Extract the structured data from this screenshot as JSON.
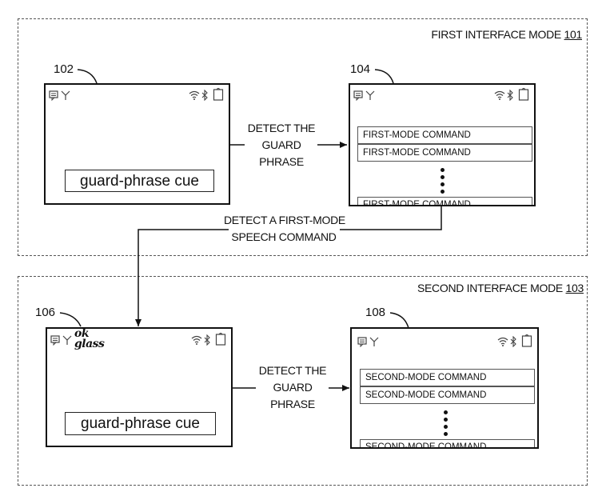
{
  "regions": {
    "first": {
      "title": "FIRST INTERFACE MODE",
      "ref": "101"
    },
    "second": {
      "title": "SECOND INTERFACE MODE",
      "ref": "103"
    }
  },
  "screens": {
    "s102": {
      "ref": "102",
      "cue": "guard-phrase cue",
      "icons_left": "🖵 ⚲",
      "icons_right": "wifi bluetooth battery"
    },
    "s104": {
      "ref": "104",
      "commands": [
        "FIRST-MODE COMMAND",
        "FIRST-MODE COMMAND",
        "FIRST-MODE COMMAND"
      ]
    },
    "s106": {
      "ref": "106",
      "cue": "guard-phrase cue",
      "hotword_line1": "ok",
      "hotword_line2": "glass"
    },
    "s108": {
      "ref": "108",
      "commands": [
        "SECOND-MODE COMMAND",
        "SECOND-MODE COMMAND",
        "SECOND-MODE COMMAND"
      ]
    }
  },
  "transitions": {
    "t1": {
      "line1": "DETECT THE",
      "line2": "GUARD",
      "line3": "PHRASE"
    },
    "t2": {
      "line1": "DETECT A FIRST-MODE",
      "line2": "SPEECH COMMAND"
    },
    "t3": {
      "line1": "DETECT THE",
      "line2": "GUARD",
      "line3": "PHRASE"
    }
  },
  "icons": {
    "left": [
      "chat-bubble-icon",
      "signal-antenna-icon"
    ],
    "right": [
      "wifi-icon",
      "bluetooth-icon",
      "battery-icon"
    ]
  }
}
